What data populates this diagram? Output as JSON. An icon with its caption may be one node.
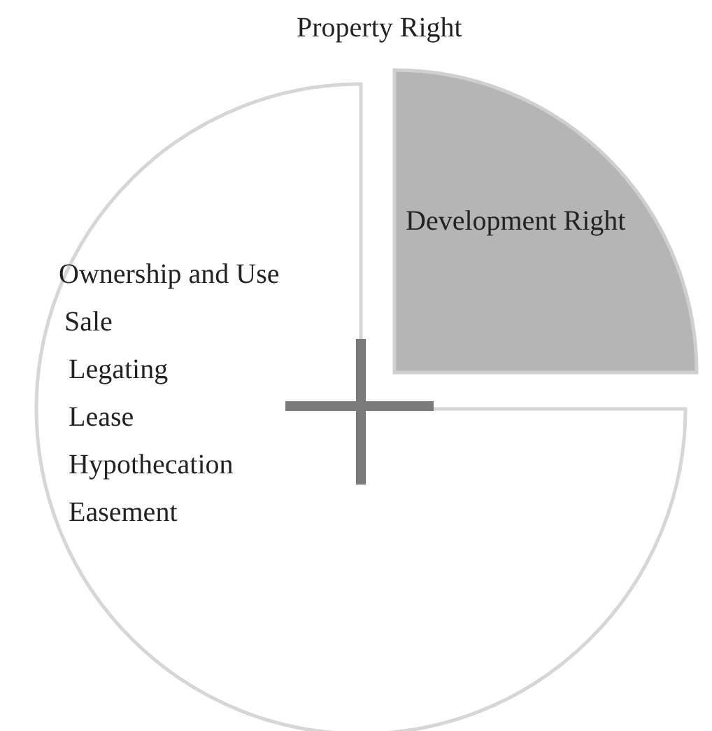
{
  "diagram": {
    "title": "Property Right",
    "nodes": [
      {
        "text": [
          "Ownership and Use",
          "Sale",
          "Legating",
          "Lease",
          "Hypothecation",
          "Easement"
        ]
      },
      {
        "text": [
          "Development Right"
        ]
      }
    ]
  }
}
